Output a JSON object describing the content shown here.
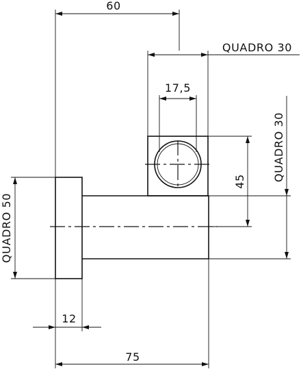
{
  "dimensions": {
    "width_top": "60",
    "width_bottom": "75",
    "base_thickness": "12",
    "pipe_diameter": "17,5",
    "vertical_offset": "45",
    "clip_size_top": "QUADRO 30",
    "clip_size_right": "QUADRO 30",
    "base_size_left": "QUADRO 50"
  }
}
